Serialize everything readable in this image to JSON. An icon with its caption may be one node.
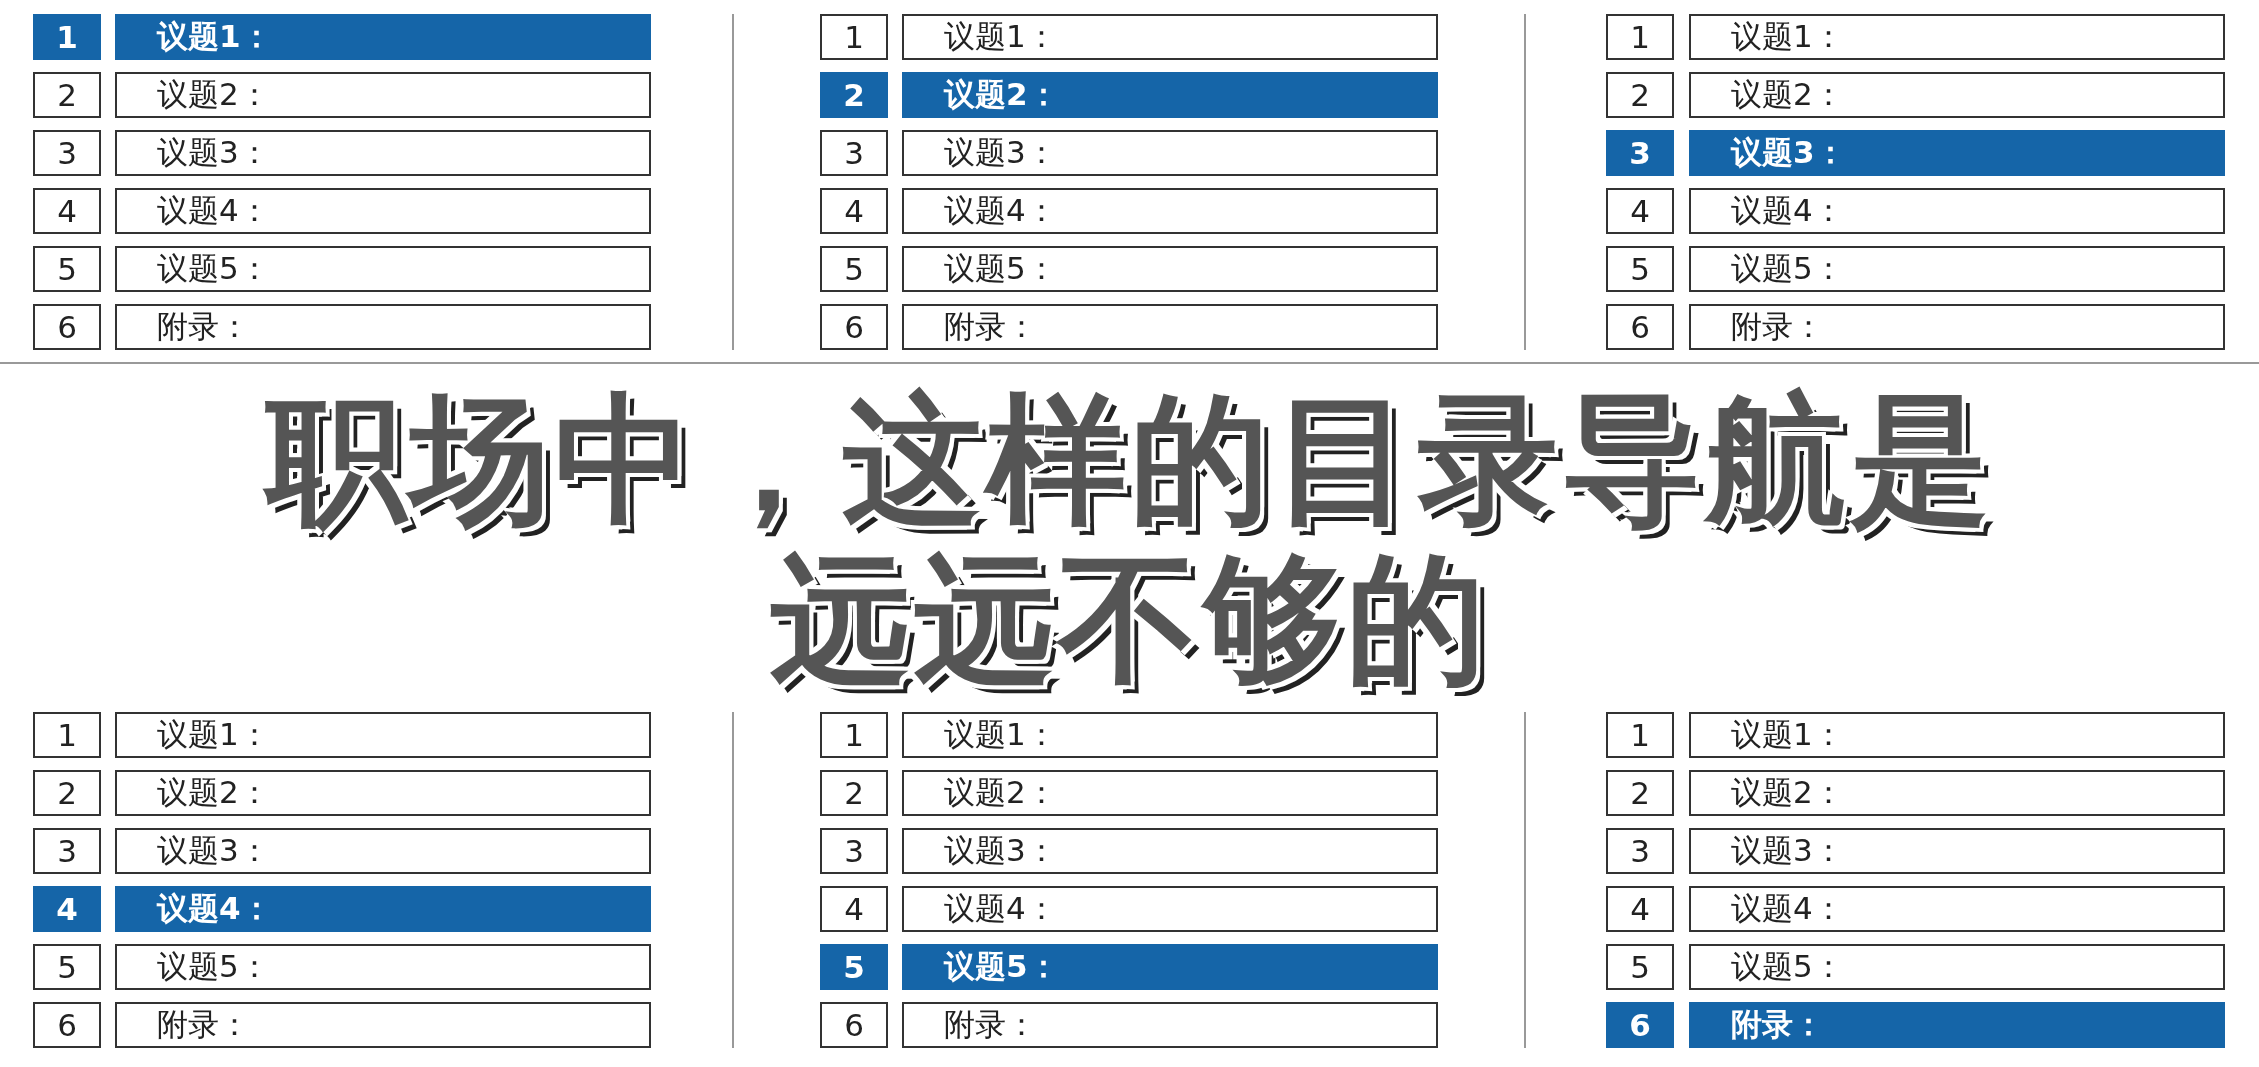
{
  "diagram": {
    "title": "职场中，这样的目录导航是远远不够的",
    "nodes": [
      {
        "text": [
          "1"
        ]
      },
      {
        "text": [
          "议题1："
        ]
      },
      {
        "text": [
          "2"
        ]
      },
      {
        "text": [
          "议题2："
        ]
      },
      {
        "text": [
          "3"
        ]
      },
      {
        "text": [
          "议题3："
        ]
      },
      {
        "text": [
          "4"
        ]
      },
      {
        "text": [
          "议题4："
        ]
      },
      {
        "text": [
          "5"
        ]
      },
      {
        "text": [
          "议题5："
        ]
      },
      {
        "text": [
          "6"
        ]
      },
      {
        "text": [
          "附录："
        ]
      },
      {
        "text": [
          "1"
        ]
      },
      {
        "text": [
          "议题1："
        ]
      },
      {
        "text": [
          "2"
        ]
      },
      {
        "text": [
          "议题2："
        ]
      },
      {
        "text": [
          "3"
        ]
      },
      {
        "text": [
          "议题3："
        ]
      },
      {
        "text": [
          "4"
        ]
      },
      {
        "text": [
          "议题4："
        ]
      },
      {
        "text": [
          "5"
        ]
      },
      {
        "text": [
          "议题5："
        ]
      },
      {
        "text": [
          "6"
        ]
      },
      {
        "text": [
          "附录："
        ]
      },
      {
        "text": [
          "1"
        ]
      },
      {
        "text": [
          "议题1："
        ]
      },
      {
        "text": [
          "2"
        ]
      },
      {
        "text": [
          "议题2："
        ]
      },
      {
        "text": [
          "3"
        ]
      },
      {
        "text": [
          "议题3："
        ]
      },
      {
        "text": [
          "4"
        ]
      },
      {
        "text": [
          "议题4："
        ]
      },
      {
        "text": [
          "5"
        ]
      },
      {
        "text": [
          "议题5："
        ]
      },
      {
        "text": [
          "6"
        ]
      },
      {
        "text": [
          "附录："
        ]
      },
      {
        "text": [
          "1"
        ]
      },
      {
        "text": [
          "议题1："
        ]
      },
      {
        "text": [
          "2"
        ]
      },
      {
        "text": [
          "议题2："
        ]
      },
      {
        "text": [
          "3"
        ]
      },
      {
        "text": [
          "议题3："
        ]
      },
      {
        "text": [
          "4"
        ]
      },
      {
        "text": [
          "议题4："
        ]
      },
      {
        "text": [
          "5"
        ]
      },
      {
        "text": [
          "议题5："
        ]
      },
      {
        "text": [
          "6"
        ]
      },
      {
        "text": [
          "附录："
        ]
      },
      {
        "text": [
          "1"
        ]
      },
      {
        "text": [
          "议题1："
        ]
      },
      {
        "text": [
          "2"
        ]
      },
      {
        "text": [
          "议题2："
        ]
      },
      {
        "text": [
          "3"
        ]
      },
      {
        "text": [
          "议题3："
        ]
      },
      {
        "text": [
          "4"
        ]
      },
      {
        "text": [
          "议题4："
        ]
      },
      {
        "text": [
          "5"
        ]
      },
      {
        "text": [
          "议题5："
        ]
      },
      {
        "text": [
          "6"
        ]
      },
      {
        "text": [
          "附录："
        ]
      },
      {
        "text": [
          "1"
        ]
      },
      {
        "text": [
          "议题1："
        ]
      },
      {
        "text": [
          "2"
        ]
      },
      {
        "text": [
          "议题2："
        ]
      },
      {
        "text": [
          "3"
        ]
      },
      {
        "text": [
          "议题3："
        ]
      },
      {
        "text": [
          "4"
        ]
      },
      {
        "text": [
          "议题4："
        ]
      },
      {
        "text": [
          "5"
        ]
      },
      {
        "text": [
          "议题5："
        ]
      },
      {
        "text": [
          "6"
        ]
      },
      {
        "text": [
          "附录："
        ]
      }
    ]
  }
}
